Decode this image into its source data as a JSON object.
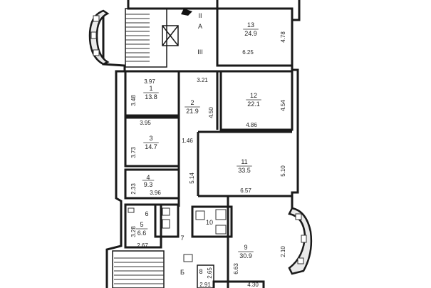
{
  "rooms": [
    {
      "id": "r13",
      "number": "13",
      "area": "24.9"
    },
    {
      "id": "r1",
      "number": "1",
      "area": "13.8"
    },
    {
      "id": "r2",
      "number": "2",
      "area": "21.9"
    },
    {
      "id": "r12",
      "number": "12",
      "area": "22.1"
    },
    {
      "id": "r3",
      "number": "3",
      "area": "14.7"
    },
    {
      "id": "r11",
      "number": "11",
      "area": "33.5"
    },
    {
      "id": "r4",
      "number": "4",
      "area": "9.3"
    },
    {
      "id": "r5",
      "number": "5",
      "area": "6.6"
    },
    {
      "id": "r6",
      "number": "6",
      "area": ""
    },
    {
      "id": "r7",
      "number": "7",
      "area": ""
    },
    {
      "id": "r8",
      "number": "8",
      "area": ""
    },
    {
      "id": "r9",
      "number": "9",
      "area": "30.9"
    },
    {
      "id": "r10",
      "number": "10",
      "area": ""
    }
  ],
  "dimensions": [
    "6.25",
    "4.78",
    "3.97",
    "3.48",
    "3.21",
    "4.50",
    "4.54",
    "4.86",
    "3.95",
    "3.73",
    "1.46",
    "5.14",
    "5.10",
    "6.57",
    "2.33",
    "3.96",
    "3.28",
    "2.67",
    "2.65",
    "2.10",
    "6.63",
    "4.30",
    "2.91"
  ],
  "labels": {
    "stair_top": "А",
    "roman_upper": "II",
    "roman_lower": "III",
    "stair_bottom": "Б"
  }
}
